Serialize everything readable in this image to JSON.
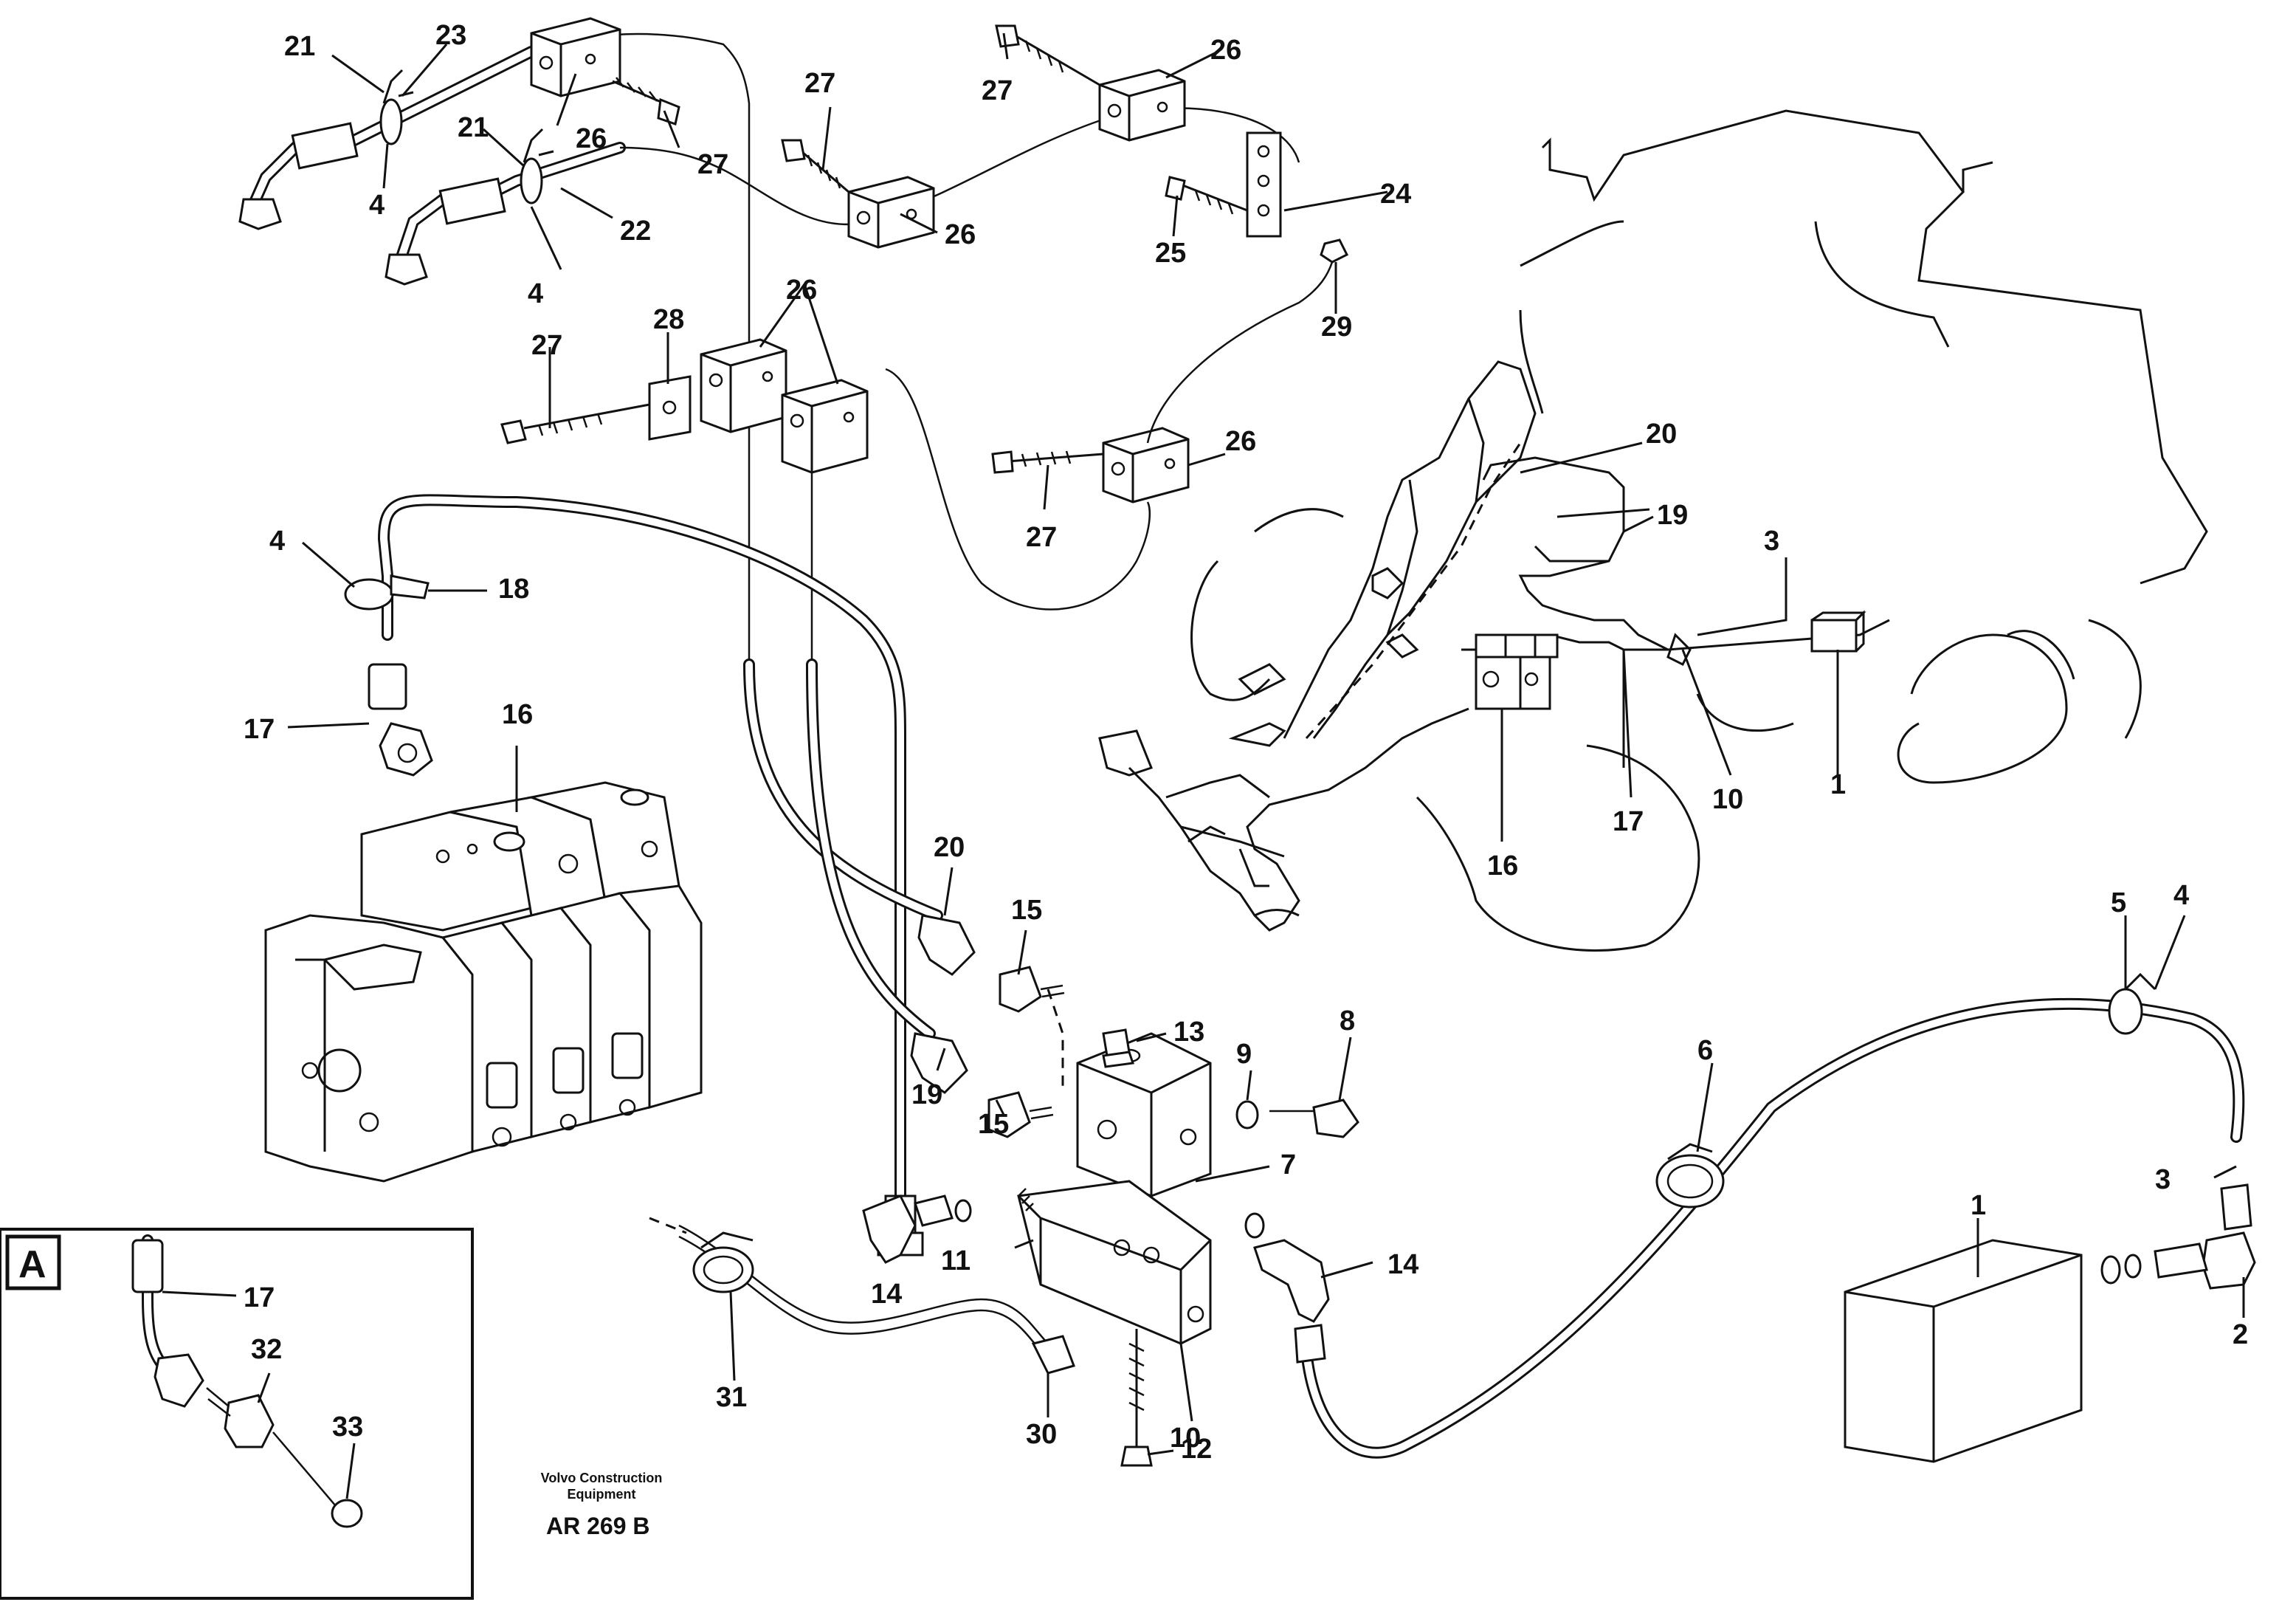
{
  "caption": {
    "company_line1": "Volvo Construction",
    "company_line2": "Equipment",
    "code": "AR 269 B"
  },
  "inset": {
    "label": "A"
  },
  "labels": {
    "l21a": "21",
    "l23": "23",
    "l26a": "26",
    "l27a": "27",
    "l4a": "4",
    "l21b": "21",
    "l22": "22",
    "l4b": "4",
    "l27b": "27",
    "l26b": "26",
    "l27c": "27",
    "l26c": "26",
    "l24": "24",
    "l25": "25",
    "l29": "29",
    "l27d": "27",
    "l28": "28",
    "l26d": "26",
    "l27e": "27",
    "l26e": "26",
    "l4c": "4",
    "l18": "18",
    "l17a": "17",
    "l16a": "16",
    "l20a": "20",
    "l19a": "19",
    "l3a": "3",
    "l16b": "16",
    "l17b": "17",
    "l10a": "10",
    "l1a": "1",
    "l20b": "20",
    "l15a": "15",
    "l13": "13",
    "l9": "9",
    "l8": "8",
    "l19b": "19",
    "l15b": "15",
    "l7": "7",
    "l14a": "14",
    "l11": "11",
    "l14b": "14",
    "l5": "5",
    "l4d": "4",
    "l6": "6",
    "l3b": "3",
    "l1b": "1",
    "l2": "2",
    "l31": "31",
    "l30": "30",
    "l10b": "10",
    "l12": "12",
    "l17c": "17",
    "l32": "32",
    "l33": "33"
  }
}
